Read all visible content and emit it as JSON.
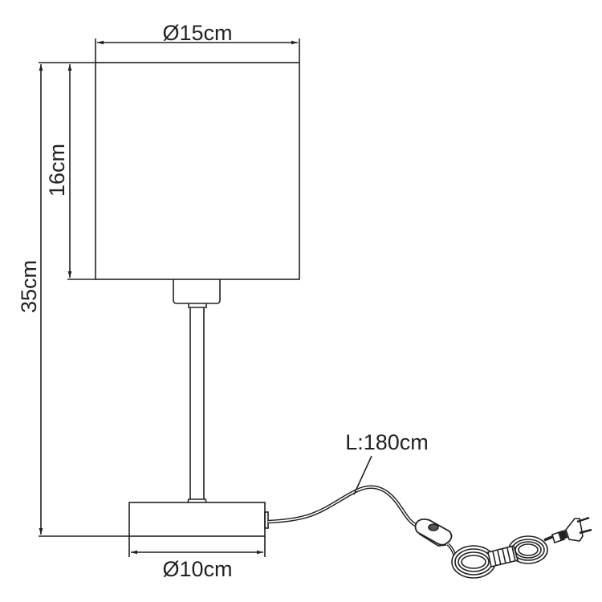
{
  "diagram": {
    "subject": "Table lamp dimension drawing",
    "dimensions": {
      "shade_diameter": "Ø15cm",
      "shade_height": "16cm",
      "total_height": "35cm",
      "base_diameter": "Ø10cm",
      "cable_length": "L:180cm"
    },
    "parts": [
      "lamp-shade",
      "lamp-holder",
      "stem",
      "base",
      "cable",
      "inline-switch",
      "coiled-cable",
      "plug"
    ],
    "colors": {
      "line": "#222222",
      "background": "#ffffff"
    }
  }
}
